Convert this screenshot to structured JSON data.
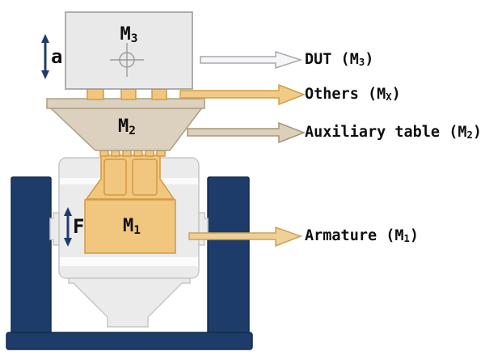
{
  "machine": {
    "m3_label": {
      "pre": "M",
      "sub": "3"
    },
    "m2_label": {
      "pre": "M",
      "sub": "2"
    },
    "m1_label": {
      "pre": "M",
      "sub": "1"
    },
    "accel_label": "a",
    "force_label": "F"
  },
  "callouts": {
    "dut": {
      "pre": "DUT (M",
      "sub": "3",
      "post": ")"
    },
    "others": {
      "pre": "Others (M",
      "sub": "X",
      "post": ")"
    },
    "auxiliary_table": {
      "pre": "Auxiliary table (M",
      "sub": "2",
      "post": ")"
    },
    "armature": {
      "pre": "Armature (M",
      "sub": "1",
      "post": ")"
    }
  },
  "colors": {
    "background": "#ffffff",
    "text": "#0e0e0e",
    "navy": "#1e3c6a",
    "navy_dark": "#122b4e",
    "orange": "#f1c67e",
    "orange_border": "#d09a46",
    "beige": "#dcd1bf",
    "beige_border": "#ae9d7f",
    "m3_fill": "#e9e9ea",
    "m3_border": "#97979a",
    "body_fill": "#ebebec",
    "body_border": "#c7c7c9",
    "body_stripe": "#fbfbfc",
    "crosshair": "#9b9b9b",
    "arrow_white_fill": "#f6f6f8",
    "arrow_white_border": "#a8a8ad",
    "arrow_gold_fill": "#f1cb85",
    "arrow_gold_border": "#cda04c",
    "arrow_aux_fill": "#dcd0ba",
    "arrow_aux_border": "#a6957a",
    "arrow_tan_fill": "#f1d094",
    "arrow_tan_border": "#c7a35d"
  }
}
